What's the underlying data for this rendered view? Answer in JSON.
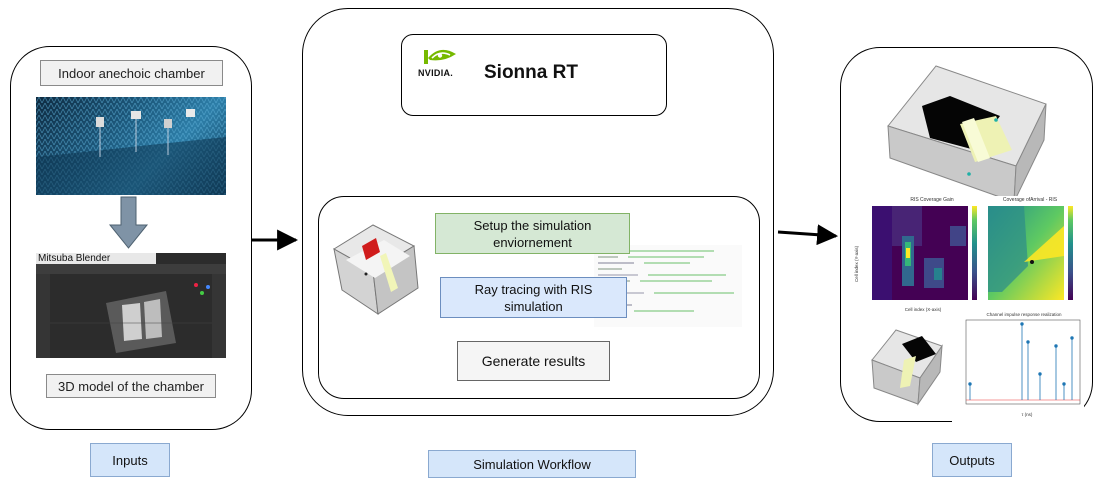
{
  "inputs": {
    "chamber_title": "Indoor anechoic chamber",
    "blender_label": "Mitsuba Blender",
    "model_label": "3D model of the chamber",
    "caption": "Inputs"
  },
  "workflow": {
    "nvidia_logo_text": "NVIDIA.",
    "sionna_title": "Sionna RT",
    "step_setup": "Setup the simulation\nenviornement",
    "step_raytrace": "Ray tracing with RIS\nsimulation",
    "step_generate": "Generate results",
    "caption": "Simulation Workflow"
  },
  "outputs": {
    "coverage_title": "RIS Coverage Gain",
    "aoa_title": "Coverage ofArrival - RIS",
    "cir_title": "Channel impulse response realization",
    "xlabel_cov": "Cell index (X-axis)",
    "ylabel_cov": "Cell index (Y-axis)",
    "xlabel_cir": "τ (ns)",
    "caption": "Outputs"
  },
  "colors": {
    "setup_fill": "#d5e8d4",
    "setup_border": "#82b366",
    "ray_fill": "#dae8fc",
    "ray_border": "#6c8ebf",
    "generate_fill": "#f5f5f5",
    "nvidia_green": "#76b900"
  }
}
